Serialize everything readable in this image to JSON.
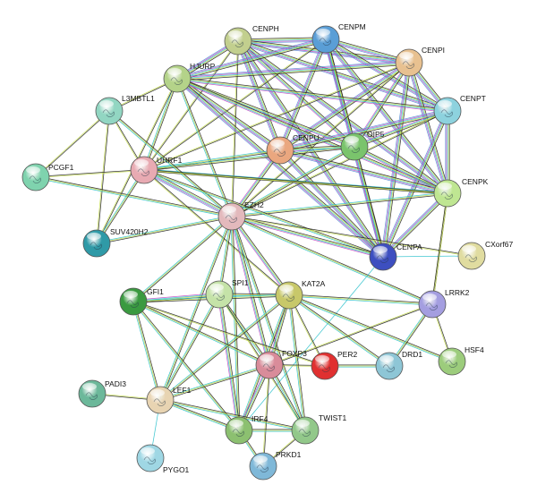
{
  "network": {
    "nodes": [
      {
        "id": "CENPH",
        "label": "CENPH",
        "color": "#c2cf8e"
      },
      {
        "id": "CENPM",
        "label": "CENPM",
        "color": "#5a9ed6"
      },
      {
        "id": "CENPI",
        "label": "CENPI",
        "color": "#e8c190"
      },
      {
        "id": "HJURP",
        "label": "HJURP",
        "color": "#b4d389"
      },
      {
        "id": "L3MBTL1",
        "label": "L3MBTL1",
        "color": "#92d6c2"
      },
      {
        "id": "CENPT",
        "label": "CENPT",
        "color": "#8dd2de"
      },
      {
        "id": "CENPU",
        "label": "CENPU",
        "color": "#eaa77f"
      },
      {
        "id": "OIP5",
        "label": "OIP5",
        "color": "#7ac46c"
      },
      {
        "id": "UHRF1",
        "label": "UHRF1",
        "color": "#e8aab2"
      },
      {
        "id": "PCGF1",
        "label": "PCGF1",
        "color": "#7fd3ae"
      },
      {
        "id": "CENPK",
        "label": "CENPK",
        "color": "#bfe692"
      },
      {
        "id": "EZH2",
        "label": "EZH2",
        "color": "#e3b9bc"
      },
      {
        "id": "SUV420H2",
        "label": "SUV420H2",
        "color": "#2f9aa7"
      },
      {
        "id": "CENPA",
        "label": "CENPA",
        "color": "#3d4fc0"
      },
      {
        "id": "CXorf67",
        "label": "CXorf67",
        "color": "#e0dca0"
      },
      {
        "id": "GFI1",
        "label": "GFI1",
        "color": "#3a9a40"
      },
      {
        "id": "SPI1",
        "label": "SPI1",
        "color": "#c5e3a8"
      },
      {
        "id": "KAT2A",
        "label": "KAT2A",
        "color": "#c8c86a"
      },
      {
        "id": "LRRK2",
        "label": "LRRK2",
        "color": "#a49ee0"
      },
      {
        "id": "FOXP3",
        "label": "FOXP3",
        "color": "#d98c9a"
      },
      {
        "id": "PER2",
        "label": "PER2",
        "color": "#e03030"
      },
      {
        "id": "DRD1",
        "label": "DRD1",
        "color": "#8ec6d6"
      },
      {
        "id": "HSF4",
        "label": "HSF4",
        "color": "#9ccc7c"
      },
      {
        "id": "PADI3",
        "label": "PADI3",
        "color": "#6cb89a"
      },
      {
        "id": "LEF1",
        "label": "LEF1",
        "color": "#e8d4b2"
      },
      {
        "id": "IRF4",
        "label": "IRF4",
        "color": "#8cc070"
      },
      {
        "id": "TWIST1",
        "label": "TWIST1",
        "color": "#92c88a"
      },
      {
        "id": "PYGO1",
        "label": "PYGO1",
        "color": "#9fd7e4"
      },
      {
        "id": "PRKD1",
        "label": "PRKD1",
        "color": "#7fb8d8"
      }
    ],
    "edges": [
      [
        "CENPH",
        "CENPM",
        5
      ],
      [
        "CENPH",
        "CENPI",
        5
      ],
      [
        "CENPH",
        "HJURP",
        5
      ],
      [
        "CENPH",
        "CENPT",
        5
      ],
      [
        "CENPH",
        "CENPU",
        5
      ],
      [
        "CENPH",
        "OIP5",
        4
      ],
      [
        "CENPH",
        "CENPK",
        5
      ],
      [
        "CENPH",
        "CENPA",
        5
      ],
      [
        "CENPH",
        "UHRF1",
        2
      ],
      [
        "CENPH",
        "EZH2",
        2
      ],
      [
        "CENPM",
        "CENPI",
        5
      ],
      [
        "CENPM",
        "HJURP",
        5
      ],
      [
        "CENPM",
        "CENPT",
        5
      ],
      [
        "CENPM",
        "CENPU",
        5
      ],
      [
        "CENPM",
        "OIP5",
        4
      ],
      [
        "CENPM",
        "CENPK",
        5
      ],
      [
        "CENPM",
        "CENPA",
        5
      ],
      [
        "CENPM",
        "UHRF1",
        2
      ],
      [
        "CENPI",
        "HJURP",
        5
      ],
      [
        "CENPI",
        "CENPT",
        5
      ],
      [
        "CENPI",
        "CENPU",
        5
      ],
      [
        "CENPI",
        "OIP5",
        4
      ],
      [
        "CENPI",
        "CENPK",
        5
      ],
      [
        "CENPI",
        "CENPA",
        5
      ],
      [
        "CENPI",
        "EZH2",
        2
      ],
      [
        "CENPI",
        "UHRF1",
        2
      ],
      [
        "HJURP",
        "CENPT",
        4
      ],
      [
        "HJURP",
        "CENPU",
        5
      ],
      [
        "HJURP",
        "OIP5",
        4
      ],
      [
        "HJURP",
        "CENPK",
        4
      ],
      [
        "HJURP",
        "CENPA",
        5
      ],
      [
        "HJURP",
        "UHRF1",
        3
      ],
      [
        "HJURP",
        "EZH2",
        3
      ],
      [
        "HJURP",
        "L3MBTL1",
        2
      ],
      [
        "HJURP",
        "SUV420H2",
        2
      ],
      [
        "CENPT",
        "CENPU",
        5
      ],
      [
        "CENPT",
        "OIP5",
        4
      ],
      [
        "CENPT",
        "CENPK",
        5
      ],
      [
        "CENPT",
        "CENPA",
        5
      ],
      [
        "CENPT",
        "EZH2",
        2
      ],
      [
        "CENPU",
        "OIP5",
        4
      ],
      [
        "CENPU",
        "CENPK",
        5
      ],
      [
        "CENPU",
        "CENPA",
        5
      ],
      [
        "CENPU",
        "UHRF1",
        3
      ],
      [
        "CENPU",
        "EZH2",
        4
      ],
      [
        "OIP5",
        "CENPK",
        4
      ],
      [
        "OIP5",
        "CENPA",
        4
      ],
      [
        "OIP5",
        "EZH2",
        3
      ],
      [
        "OIP5",
        "UHRF1",
        3
      ],
      [
        "CENPK",
        "CENPA",
        5
      ],
      [
        "CENPK",
        "EZH2",
        3
      ],
      [
        "CENPK",
        "UHRF1",
        3
      ],
      [
        "CENPK",
        "LRRK2",
        2
      ],
      [
        "L3MBTL1",
        "UHRF1",
        2
      ],
      [
        "L3MBTL1",
        "PCGF1",
        2
      ],
      [
        "L3MBTL1",
        "SUV420H2",
        2
      ],
      [
        "L3MBTL1",
        "EZH2",
        3
      ],
      [
        "PCGF1",
        "UHRF1",
        2
      ],
      [
        "PCGF1",
        "EZH2",
        3
      ],
      [
        "UHRF1",
        "EZH2",
        5
      ],
      [
        "UHRF1",
        "SUV420H2",
        3
      ],
      [
        "UHRF1",
        "CENPA",
        3
      ],
      [
        "UHRF1",
        "KAT2A",
        2
      ],
      [
        "UHRF1",
        "CENPK",
        2
      ],
      [
        "EZH2",
        "SUV420H2",
        3
      ],
      [
        "EZH2",
        "CENPA",
        4
      ],
      [
        "EZH2",
        "KAT2A",
        4
      ],
      [
        "EZH2",
        "SPI1",
        3
      ],
      [
        "EZH2",
        "GFI1",
        3
      ],
      [
        "EZH2",
        "FOXP3",
        4
      ],
      [
        "EZH2",
        "LRRK2",
        3
      ],
      [
        "EZH2",
        "LEF1",
        3
      ],
      [
        "EZH2",
        "IRF4",
        3
      ],
      [
        "EZH2",
        "TWIST1",
        3
      ],
      [
        "EZH2",
        "CXorf67",
        2
      ],
      [
        "CENPA",
        "CXorf67",
        1
      ],
      [
        "CENPA",
        "IRF4",
        1
      ],
      [
        "SPI1",
        "KAT2A",
        3
      ],
      [
        "SPI1",
        "GFI1",
        4
      ],
      [
        "SPI1",
        "FOXP3",
        3
      ],
      [
        "SPI1",
        "LEF1",
        3
      ],
      [
        "SPI1",
        "IRF4",
        4
      ],
      [
        "SPI1",
        "TWIST1",
        2
      ],
      [
        "KAT2A",
        "GFI1",
        3
      ],
      [
        "KAT2A",
        "FOXP3",
        4
      ],
      [
        "KAT2A",
        "LRRK2",
        3
      ],
      [
        "KAT2A",
        "DRD1",
        3
      ],
      [
        "KAT2A",
        "HSF4",
        3
      ],
      [
        "KAT2A",
        "IRF4",
        3
      ],
      [
        "KAT2A",
        "TWIST1",
        3
      ],
      [
        "KAT2A",
        "PER2",
        2
      ],
      [
        "KAT2A",
        "LEF1",
        3
      ],
      [
        "GFI1",
        "FOXP3",
        3
      ],
      [
        "GFI1",
        "LEF1",
        3
      ],
      [
        "GFI1",
        "IRF4",
        3
      ],
      [
        "GFI1",
        "PER2",
        2
      ],
      [
        "LRRK2",
        "DRD1",
        3
      ],
      [
        "LRRK2",
        "HSF4",
        2
      ],
      [
        "LRRK2",
        "FOXP3",
        2
      ],
      [
        "LRRK2",
        "CENPK",
        2
      ],
      [
        "FOXP3",
        "PER2",
        2
      ],
      [
        "FOXP3",
        "IRF4",
        4
      ],
      [
        "FOXP3",
        "LEF1",
        3
      ],
      [
        "FOXP3",
        "TWIST1",
        3
      ],
      [
        "FOXP3",
        "PRKD1",
        2
      ],
      [
        "PER2",
        "DRD1",
        3
      ],
      [
        "LEF1",
        "PADI3",
        2
      ],
      [
        "LEF1",
        "PYGO1",
        1
      ],
      [
        "LEF1",
        "IRF4",
        3
      ],
      [
        "LEF1",
        "TWIST1",
        3
      ],
      [
        "IRF4",
        "TWIST1",
        3
      ],
      [
        "IRF4",
        "PRKD1",
        3
      ],
      [
        "TWIST1",
        "PRKD1",
        2
      ]
    ],
    "edge_colors": [
      "#222222",
      "#c2d94a",
      "#2ec1cc",
      "#c24bc2",
      "#5a8fd6"
    ],
    "node_ring_color": "#555555"
  }
}
